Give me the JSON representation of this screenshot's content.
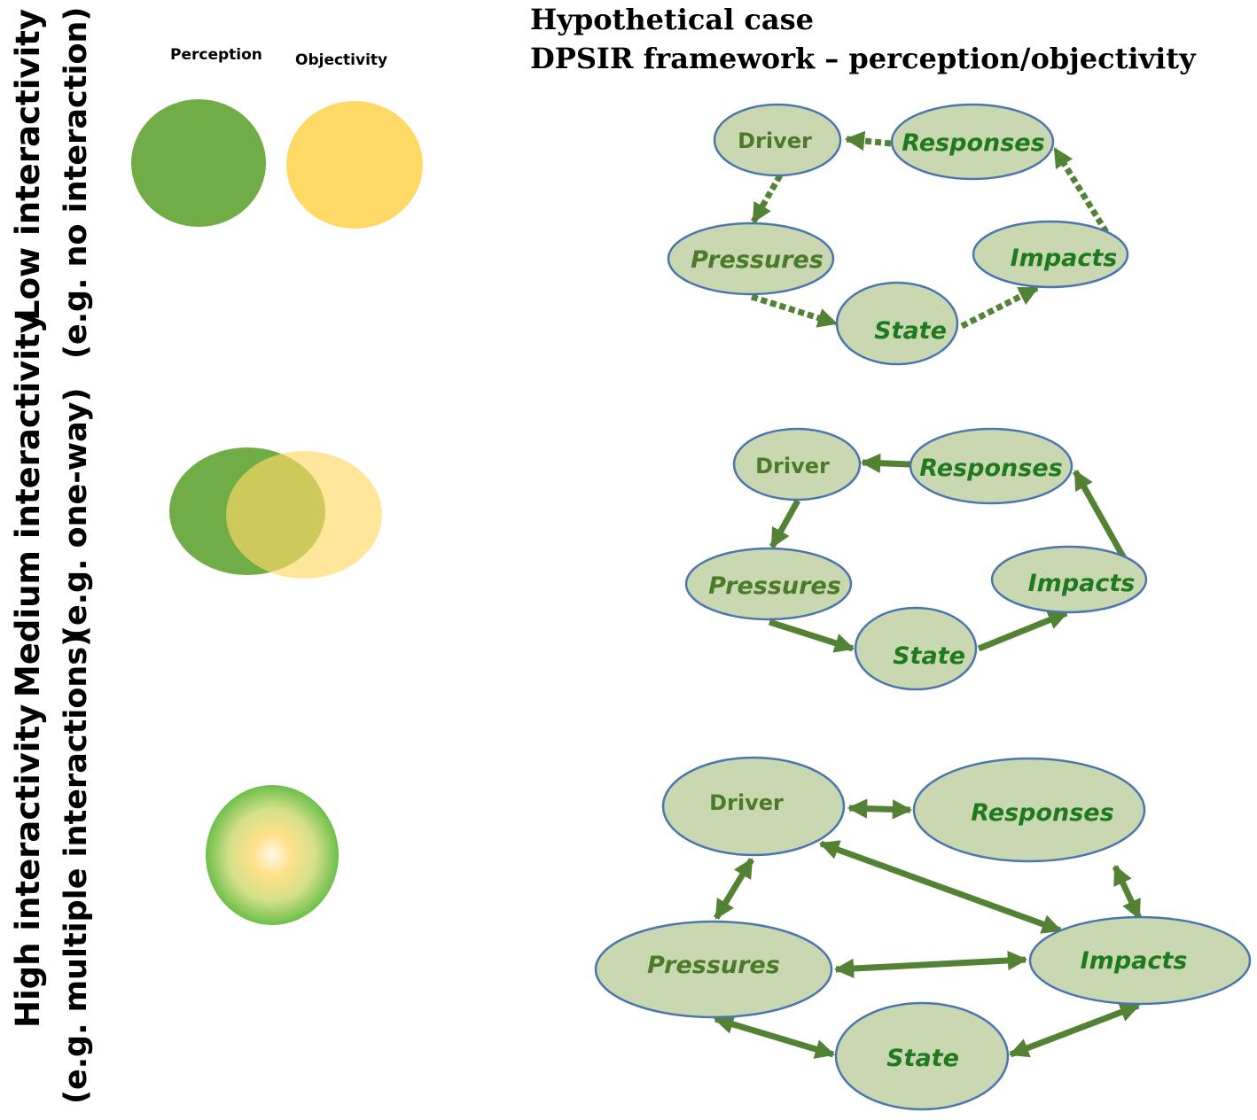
{
  "title": {
    "line1": "Hypothetical case",
    "line2": "DPSIR framework – perception/objectivity"
  },
  "legend": {
    "perception": "Perception",
    "objectivity": "Objectivity"
  },
  "rows": {
    "low": {
      "label": "Low interactivity",
      "example": "(e.g. no interaction)"
    },
    "medium": {
      "label": "Medium interactivity",
      "example": "(e.g. one-way)"
    },
    "high": {
      "label": "High interactivity",
      "example": "(e.g. multiple interactions)"
    }
  },
  "nodes": {
    "driver": "Driver",
    "responses": "Responses",
    "pressures": "Pressures",
    "impacts": "Impacts",
    "state": "State"
  },
  "colors": {
    "perception_green": "#70ad47",
    "objectivity_yellow": "#ffd966",
    "node_fill": "#c9d8b0",
    "node_stroke": "#4a76b0",
    "arrow_green": "#548235",
    "node_text_dark": "#4a7a2a",
    "node_text_green": "#1f7a1f"
  }
}
